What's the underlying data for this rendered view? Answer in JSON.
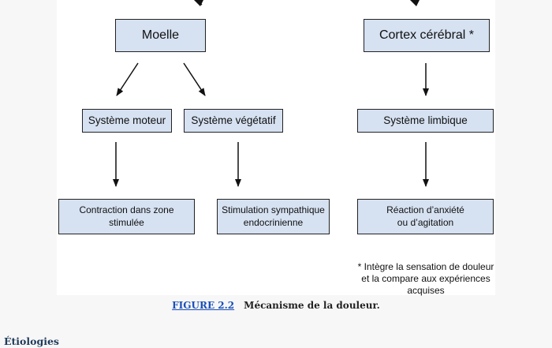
{
  "diagram": {
    "boxes": {
      "moelle": "Moelle",
      "cortex": "Cortex cérébral *",
      "moteur": "Système moteur",
      "vegetatif": "Système végétatif",
      "limbique": "Système limbique",
      "contraction": "Contraction dans zone\nstimulée",
      "stimulation": "Stimulation sympathique\nendocrinienne",
      "reaction": "Réaction d’anxiété\nou d’agitation"
    },
    "note": "* Intègre la sensation de douleur\net la compare aux expériences\nacquises",
    "edges": [
      {
        "from": "moelle",
        "to": "moteur"
      },
      {
        "from": "moelle",
        "to": "vegetatif"
      },
      {
        "from": "cortex",
        "to": "limbique"
      },
      {
        "from": "moteur",
        "to": "contraction"
      },
      {
        "from": "vegetatif",
        "to": "stimulation"
      },
      {
        "from": "limbique",
        "to": "reaction"
      }
    ]
  },
  "caption": {
    "link": "FIGURE 2.2",
    "text": "Mécanisme de la douleur."
  },
  "section_heading": "Étiologies",
  "colors": {
    "box_fill": "#d6e1f1",
    "border": "#222222",
    "link": "#1a4fb8",
    "heading": "#1f3a5a"
  }
}
